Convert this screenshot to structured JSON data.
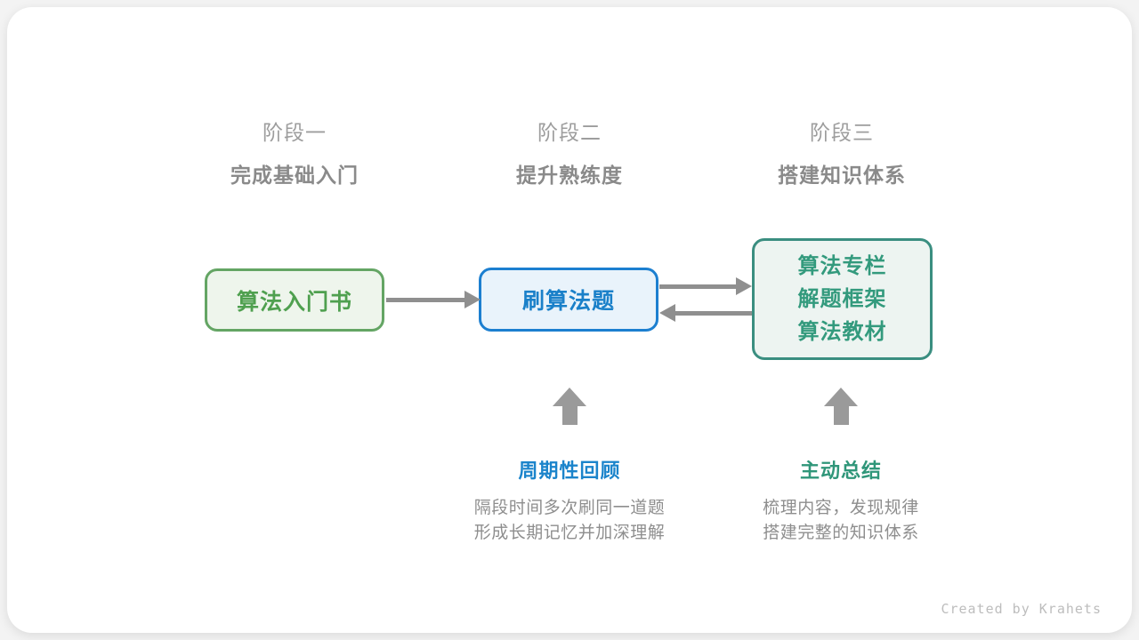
{
  "stages": [
    {
      "label": "阶段一",
      "subtitle": "完成基础入门"
    },
    {
      "label": "阶段二",
      "subtitle": "提升熟练度"
    },
    {
      "label": "阶段三",
      "subtitle": "搭建知识体系"
    }
  ],
  "boxes": [
    {
      "text": "算法入门书"
    },
    {
      "text": "刷算法题"
    },
    {
      "lines": [
        "算法专栏",
        "解题框架",
        "算法教材"
      ]
    }
  ],
  "annotations": [
    {
      "title": "周期性回顾",
      "desc_lines": [
        "隔段时间多次刷同一道题",
        "形成长期记忆并加深理解"
      ]
    },
    {
      "title": "主动总结",
      "desc_lines": [
        "梳理内容，发现规律",
        "搭建完整的知识体系"
      ]
    }
  ],
  "credit": "Created by Krahets",
  "colors": {
    "green_text": "#4fa04f",
    "green_border": "#64a564",
    "green_fill": "#eef5ec",
    "blue_text": "#1a80c9",
    "blue_border": "#1c7fd0",
    "blue_fill": "#e9f3fb",
    "teal_text": "#339a7d",
    "teal_border": "#3a8e80",
    "teal_fill": "#edf4f1",
    "label_blue": "#1b84cb",
    "label_teal": "#2f9679",
    "arrow_gray": "#8f8f8f",
    "stage_label_gray": "#9d9d9d",
    "subtitle_gray": "#8a8a8a",
    "desc_gray": "#8e8e8e",
    "credit_gray": "#bdbdbd"
  }
}
